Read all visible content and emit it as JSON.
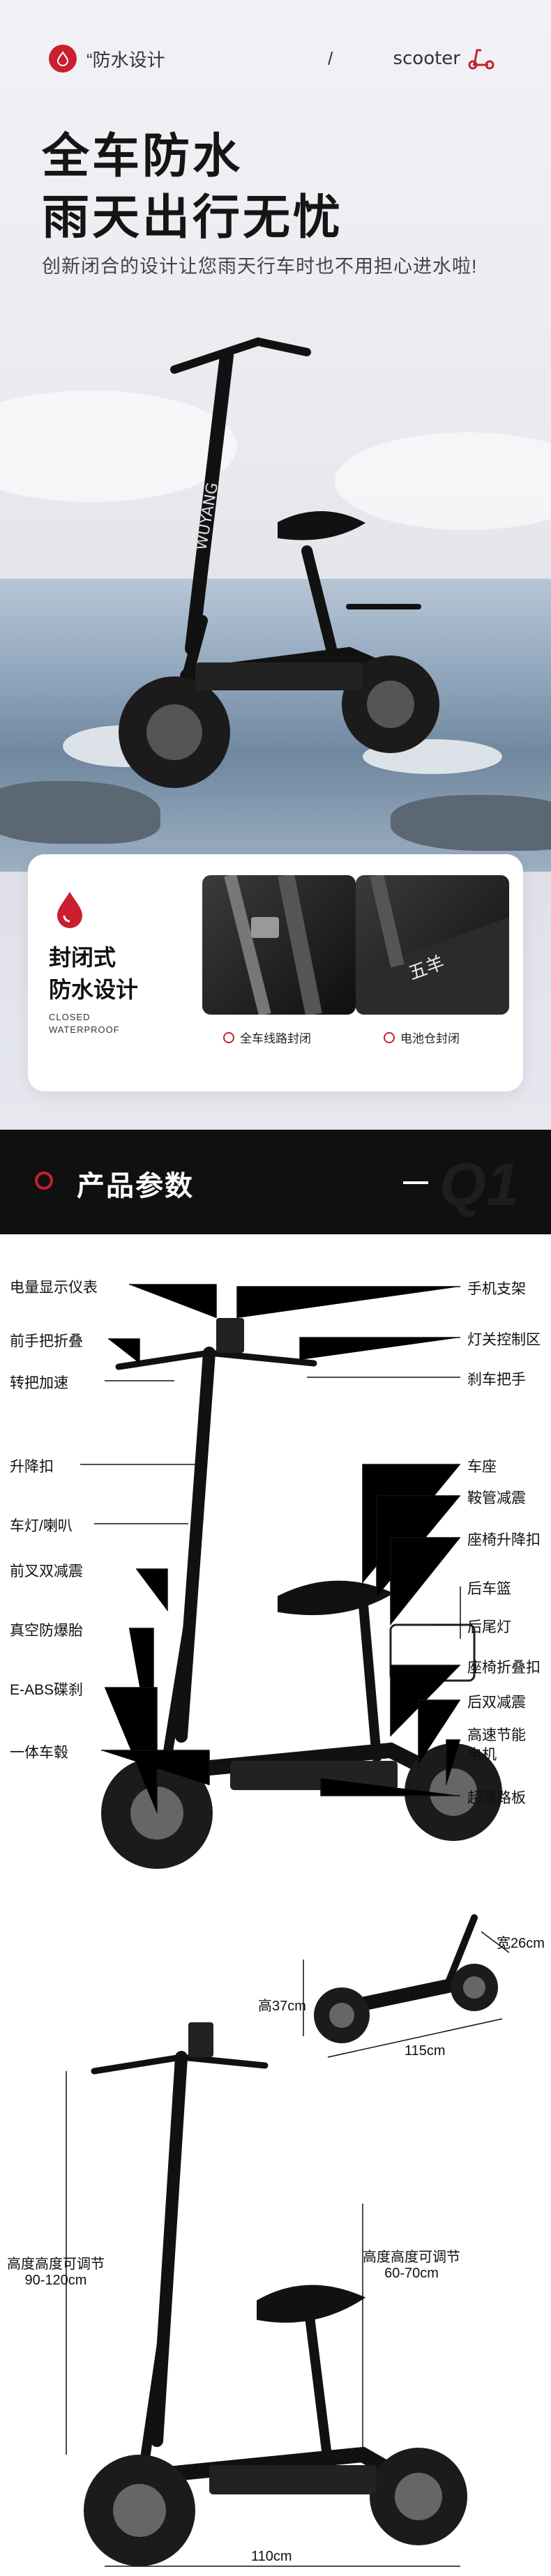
{
  "hero": {
    "tag": "“防水设计",
    "slash": "/",
    "en": "scooter",
    "title_line1": "全车防水",
    "title_line2": "雨天出行无忧",
    "subtitle": "创新闭合的设计让您雨天行车时也不用担心进水啦!",
    "scooter_brand": "WUYANG"
  },
  "feature_card": {
    "title_line1": "封闭式",
    "title_line2": "防水设计",
    "en_line1": "CLOSED",
    "en_line2": "WATERPROOF",
    "photos": [
      {
        "caption": "全车线路封闭"
      },
      {
        "caption": "电池仓封闭",
        "badge": "五羊"
      }
    ]
  },
  "params": {
    "title": "产品参数",
    "q": "Q1"
  },
  "parts": {
    "left": [
      "电量显示仪表",
      "前手把折叠",
      "转把加速",
      "升降扣",
      "车灯/喇叭",
      "前叉双减震",
      "真空防爆胎",
      "E-ABS碟刹",
      "一体车毂"
    ],
    "right": [
      "手机支架",
      "灯关控制区",
      "刹车把手",
      "车座",
      "鞍管减震",
      "座椅升降扣",
      "后车篮",
      "后尾灯",
      "座椅折叠扣",
      "后双减震",
      "高速节能",
      "电机",
      "超薄路板"
    ]
  },
  "dimensions": {
    "folded_height": "高37cm",
    "folded_width": "宽26cm",
    "folded_length": "115cm",
    "handle_label_1": "高度高度可调节",
    "handle_label_2": "90-120cm",
    "seat_label_1": "高度高度可调节",
    "seat_label_2": "60-70cm",
    "length": "110cm"
  },
  "colors": {
    "accent": "#c91f2e",
    "dark": "#101010"
  }
}
